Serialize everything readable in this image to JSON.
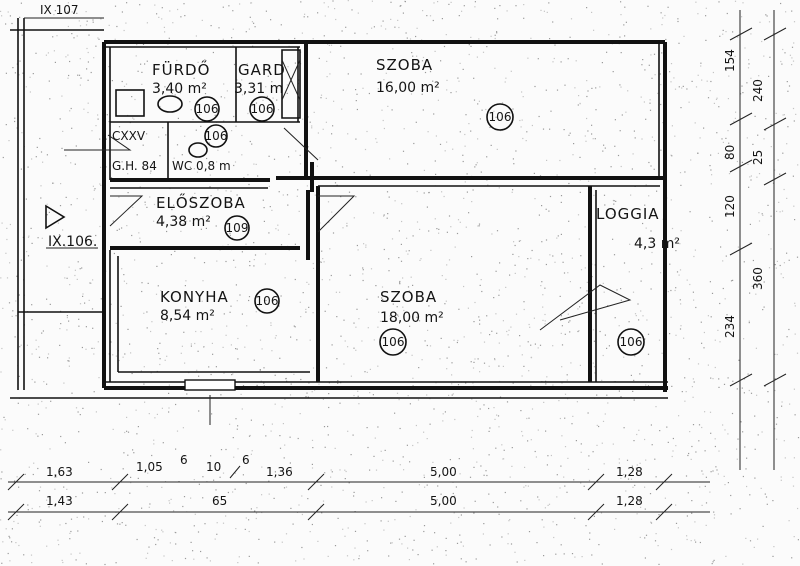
{
  "plan": {
    "rooms": [
      {
        "id": "furdo",
        "name": "FÜRDŐ",
        "area": "3,40 m²",
        "code": "106"
      },
      {
        "id": "garo",
        "name": "GARD",
        "area": "3,31 m",
        "code": "106"
      },
      {
        "id": "szoba1",
        "name": "SZOBA",
        "area": "16,00 m²",
        "code": "106"
      },
      {
        "id": "eloszoba",
        "name": "ELŐSZOBA",
        "area": "4,38 m²",
        "code": "109"
      },
      {
        "id": "konyha",
        "name": "KONYHA",
        "area": "8,54 m²",
        "code": "106"
      },
      {
        "id": "szoba2",
        "name": "SZOBA",
        "area": "18,00 m²",
        "code": "106"
      },
      {
        "id": "loggia",
        "name": "LOGGIA",
        "area": "4,3  m²",
        "code": "106"
      }
    ],
    "small_labels": {
      "gh": "G.H. 84",
      "wc": "WC 0,8 m",
      "wc_code": "106",
      "cxxv": "CXXV",
      "corner": "IX 107",
      "entrance": "IX.106."
    },
    "right_dims": [
      "154",
      "240",
      "80",
      "25",
      "120",
      "360",
      "234"
    ],
    "bottom_dims_row1": [
      "1,63",
      "1,05",
      "6",
      "10",
      "6",
      "1,36",
      "5,00",
      "1,28"
    ],
    "bottom_dims_row2": [
      "1,43",
      "65",
      "5,00",
      "1,28"
    ]
  }
}
